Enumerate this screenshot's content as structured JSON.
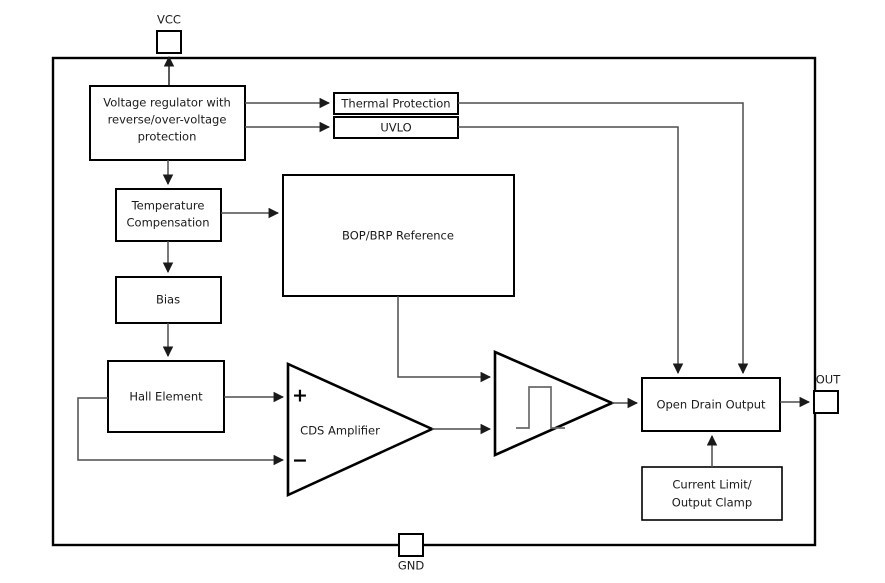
{
  "diagram": {
    "title": "Hall Effect Sensor Functional Block Diagram",
    "type": "block-diagram",
    "colors": {
      "background": "#ffffff",
      "block_stroke": "#000000",
      "wire": "#4d4d4d",
      "text": "#1a1a1a"
    },
    "pins": [
      {
        "id": "vcc",
        "label": "VCC",
        "position": "top"
      },
      {
        "id": "gnd",
        "label": "GND",
        "position": "bottom"
      },
      {
        "id": "out",
        "label": "OUT",
        "position": "right"
      }
    ],
    "blocks": [
      {
        "id": "voltage-regulator",
        "label": "Voltage regulator with\nreverse/over-voltage\nprotection",
        "lines": [
          "Voltage regulator with",
          "reverse/over-voltage",
          "protection"
        ]
      },
      {
        "id": "thermal-protection",
        "label": "Thermal Protection",
        "lines": [
          "Thermal Protection"
        ]
      },
      {
        "id": "uvlo",
        "label": "UVLO",
        "lines": [
          "UVLO"
        ]
      },
      {
        "id": "temperature-compensation",
        "label": "Temperature Compensation",
        "lines": [
          "Temperature",
          "Compensation"
        ]
      },
      {
        "id": "bop-brp-reference",
        "label": "BOP/BRP Reference",
        "lines": [
          "BOP/BRP Reference"
        ]
      },
      {
        "id": "bias",
        "label": "Bias",
        "lines": [
          "Bias"
        ]
      },
      {
        "id": "hall-element",
        "label": "Hall Element",
        "lines": [
          "Hall Element"
        ]
      },
      {
        "id": "cds-amplifier",
        "label": "CDS Amplifier",
        "lines": [
          "CDS Amplifier"
        ],
        "shape": "triangle",
        "inputs": [
          "+",
          "-"
        ]
      },
      {
        "id": "schmitt-comparator",
        "label": "",
        "lines": [],
        "shape": "triangle",
        "symbol": "hysteresis"
      },
      {
        "id": "open-drain-output",
        "label": "Open Drain Output",
        "lines": [
          "Open Drain Output"
        ]
      },
      {
        "id": "current-limit-output-clamp",
        "label": "Current Limit/ Output Clamp",
        "lines": [
          "Current Limit/",
          "Output Clamp"
        ]
      }
    ],
    "labels": {
      "vcc": "VCC",
      "gnd": "GND",
      "out": "OUT",
      "voltage_regulator_l1": "Voltage regulator with",
      "voltage_regulator_l2": "reverse/over-voltage",
      "voltage_regulator_l3": "protection",
      "thermal_protection": "Thermal Protection",
      "uvlo": "UVLO",
      "temperature_compensation_l1": "Temperature",
      "temperature_compensation_l2": "Compensation",
      "bop_brp_reference": "BOP/BRP Reference",
      "bias": "Bias",
      "hall_element": "Hall Element",
      "cds_amplifier": "CDS Amplifier",
      "plus_sign": "+",
      "minus_sign": "−",
      "open_drain_output": "Open Drain Output",
      "current_limit_l1": "Current Limit/",
      "current_limit_l2": "Output Clamp"
    }
  }
}
